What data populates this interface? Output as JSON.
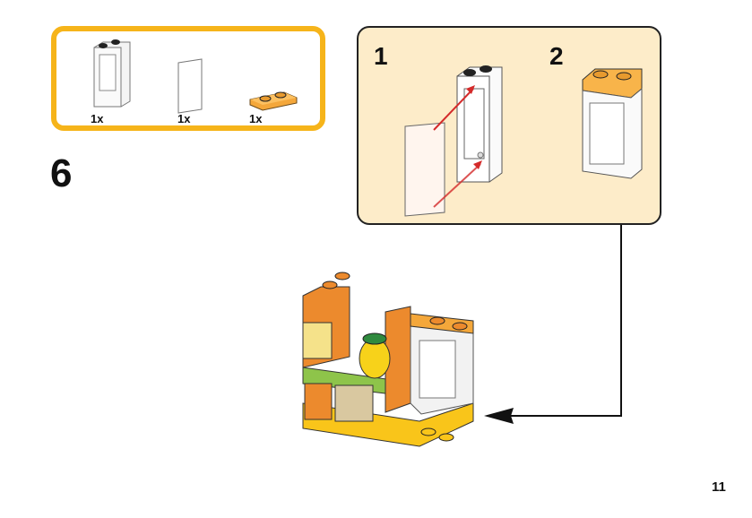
{
  "parts_list": {
    "items": [
      {
        "name": "window-frame-1x2x3",
        "color": "transparent-clear",
        "quantity": "1x"
      },
      {
        "name": "window-glass-pane",
        "color": "transparent-clear",
        "quantity": "1x"
      },
      {
        "name": "plate-1x2",
        "color": "bright-light-orange",
        "quantity": "1x"
      }
    ],
    "border_color": "#f6b41a"
  },
  "step": {
    "number": "6"
  },
  "sub_assembly": {
    "background": "#fdecc9",
    "steps": [
      {
        "number": "1",
        "description": "Insert glass pane into window frame"
      },
      {
        "number": "2",
        "description": "Add orange 1x2 plate on top of window"
      }
    ]
  },
  "main_model": {
    "description": "Assembled wall with window, pineapple and shelf"
  },
  "page": {
    "number": "11"
  }
}
